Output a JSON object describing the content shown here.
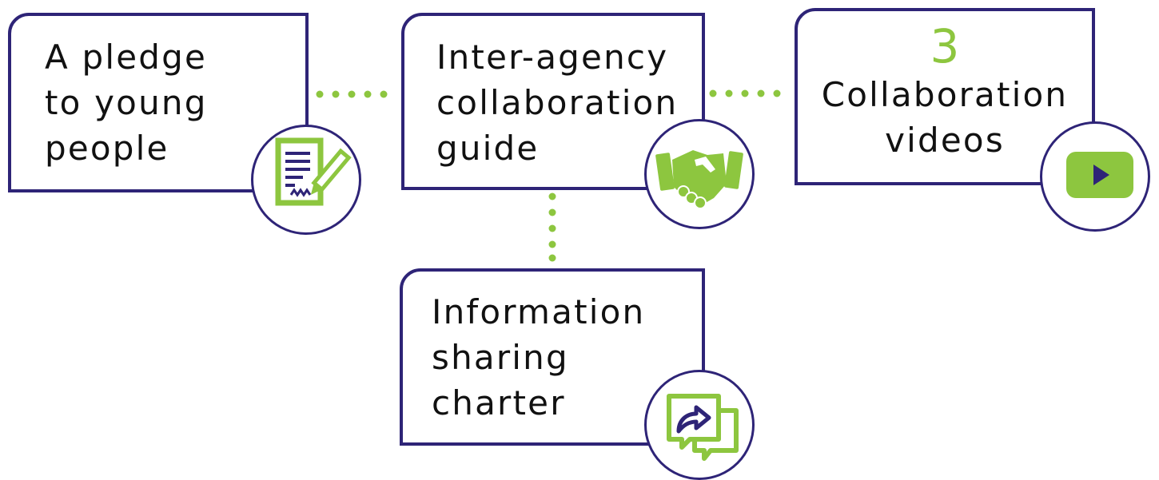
{
  "colors": {
    "border": "#2e2477",
    "accent": "#8dc63f",
    "text": "#111111"
  },
  "cards": {
    "pledge": {
      "label": "A pledge\nto young\npeople",
      "icon": "document-sign-icon"
    },
    "guide": {
      "label": "Inter-agency\ncollaboration\nguide",
      "icon": "handshake-icon"
    },
    "videos": {
      "number": "3",
      "label": "Collaboration\nvideos",
      "icon": "video-play-icon"
    },
    "charter": {
      "label": "Information\nsharing\ncharter",
      "icon": "share-chat-icon"
    }
  }
}
